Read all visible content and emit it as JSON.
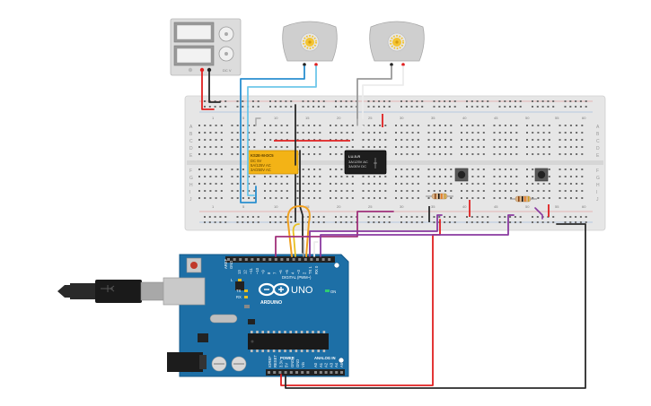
{
  "relay_yellow": {
    "model": "KS2E-M-DC5",
    "lines": [
      "DC 5V",
      "5A/125V AC",
      "3A/250V AC"
    ]
  },
  "relay_black": {
    "model": "LU-5-R",
    "lines": [
      "3A/125V AC",
      "3A/30V DC"
    ]
  },
  "breadboard": {
    "column_numbers": [
      "1",
      "5",
      "10",
      "15",
      "20",
      "25",
      "30",
      "35",
      "40",
      "45",
      "50",
      "55",
      "60"
    ],
    "row_letters_top": [
      "A",
      "B",
      "C",
      "D",
      "E"
    ],
    "row_letters_bottom": [
      "F",
      "G",
      "H",
      "I",
      "J"
    ]
  },
  "arduino": {
    "brand": "ARDUINO",
    "model": "UNO",
    "digital_label": "DIGITAL (PWM~)",
    "power_label": "POWER",
    "analog_label": "ANALOG IN",
    "on_label": "ON",
    "tx_label": "TX",
    "rx_label": "RX",
    "l_label": "L",
    "aref_label": "AREF",
    "gnd_label": "GND",
    "digital_pins": [
      "13",
      "12",
      "~11",
      "~10",
      "~9",
      "8",
      "7",
      "~6",
      "~5",
      "4",
      "~3",
      "2",
      "TX 1",
      "RX 0"
    ],
    "power_pins": [
      "IOREF",
      "RESET",
      "3.3V",
      "5V",
      "GND",
      "GND",
      "Vin"
    ],
    "analog_pins": [
      "A0",
      "A1",
      "A2",
      "A3",
      "A4",
      "A5"
    ]
  },
  "power_supply": {
    "label": "DC V"
  },
  "colors": {
    "wire_red": "#e02020",
    "wire_black": "#2a2a2a",
    "wire_blue": "#2a8fd0",
    "wire_lightblue": "#6ec7ea",
    "wire_gray": "#9a9a9a",
    "wire_white": "#ececec",
    "wire_orange": "#f0a020",
    "wire_yellow": "#e8c020",
    "wire_purple": "#8a3aa0",
    "wire_magenta": "#a0307a",
    "board_blue": "#1d6fa6",
    "breadboard": "#e6e6e6",
    "relay_yellow": "#f3b316"
  }
}
